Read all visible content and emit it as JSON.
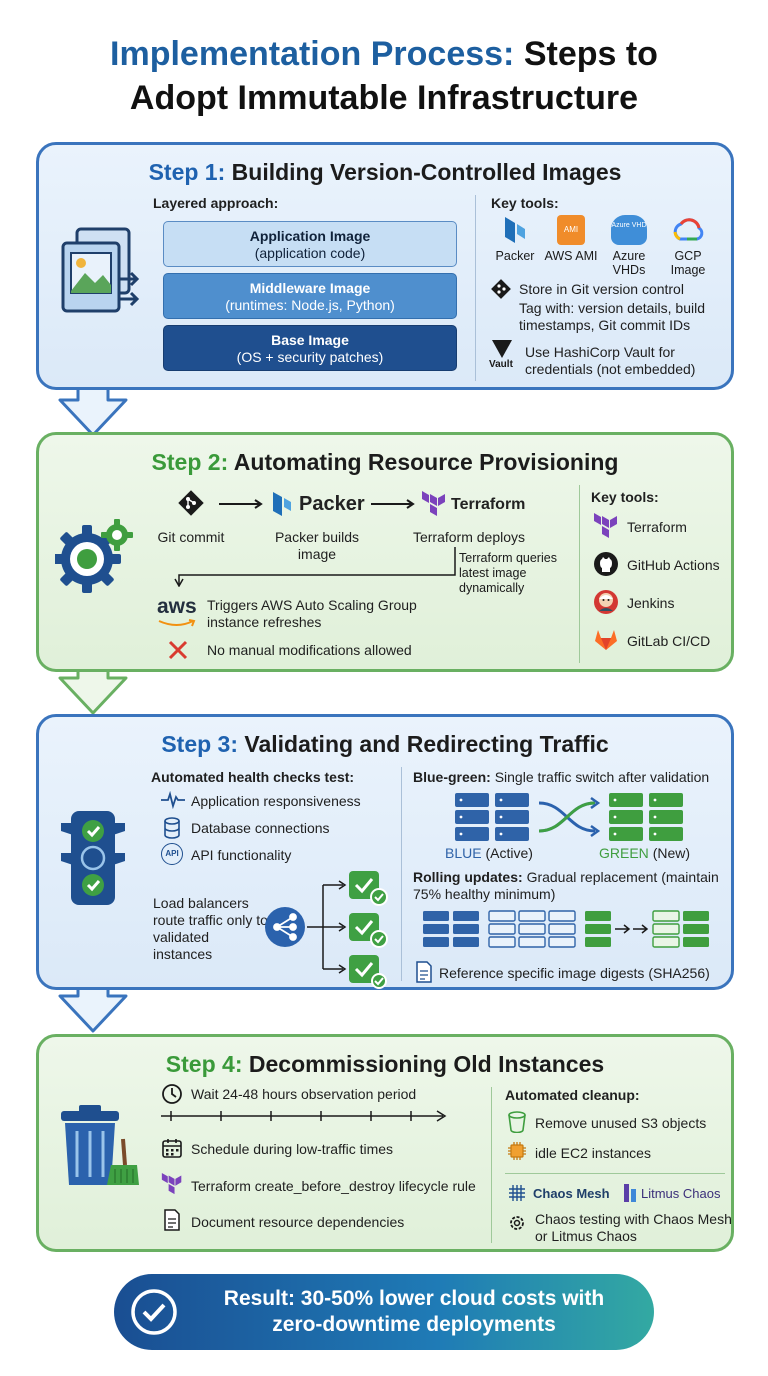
{
  "title": {
    "part1": "Implementation Process:",
    "part2": "Steps to",
    "line2": "Adopt Immutable Infrastructure"
  },
  "step1": {
    "num": "Step 1:",
    "name": "Building Version-Controlled Images",
    "layered_label": "Layered approach:",
    "layers": [
      {
        "name": "Application Image",
        "desc": "(application code)"
      },
      {
        "name": "Middleware Image",
        "desc": "(runtimes: Node.js, Python)"
      },
      {
        "name": "Base Image",
        "desc": "(OS + security patches)"
      }
    ],
    "tools_label": "Key tools:",
    "tools": [
      {
        "label": "Packer",
        "icon": "packer-icon"
      },
      {
        "label": "AWS AMI",
        "icon": "aws-ami-icon",
        "badge": "AMI"
      },
      {
        "label": "Azure VHDs",
        "icon": "azure-vhd-icon",
        "badge": "Azure VHD"
      },
      {
        "label": "GCP Image",
        "icon": "gcp-icon"
      }
    ],
    "git_line1": "Store in Git version control",
    "git_line2": "Tag with: version details, build timestamps, Git commit IDs",
    "vault_line": "Use HashiCorp Vault for credentials (not embedded)",
    "vault_logo": "Vault"
  },
  "step2": {
    "num": "Step 2:",
    "name": "Automating Resource Provisioning",
    "flow": [
      {
        "label": "Git commit",
        "icon": "git-icon"
      },
      {
        "label": "Packer builds image",
        "icon": "packer-icon",
        "logo": "Packer"
      },
      {
        "label": "Terraform deploys",
        "icon": "terraform-icon",
        "logo": "Terraform"
      }
    ],
    "query_note": "Terraform queries latest image dynamically",
    "aws_logo": "aws",
    "aws_line": "Triggers AWS Auto Scaling Group instance refreshes",
    "no_manual": "No manual modifications allowed",
    "tools_label": "Key tools:",
    "tools": [
      {
        "label": "Terraform",
        "icon": "terraform-icon"
      },
      {
        "label": "GitHub Actions",
        "icon": "github-icon"
      },
      {
        "label": "Jenkins",
        "icon": "jenkins-icon"
      },
      {
        "label": "GitLab CI/CD",
        "icon": "gitlab-icon"
      }
    ]
  },
  "step3": {
    "num": "Step 3:",
    "name": "Validating and Redirecting Traffic",
    "checks_label": "Automated health checks test:",
    "checks": [
      {
        "label": "Application responsiveness",
        "icon": "pulse-icon"
      },
      {
        "label": "Database connections",
        "icon": "database-icon"
      },
      {
        "label": "API functionality",
        "icon": "api-icon",
        "badge": "API"
      }
    ],
    "lb_text": "Load balancers route traffic only to validated instances",
    "bg_label": "Blue-green:",
    "bg_text": "Single traffic switch after validation",
    "blue_word": "BLUE",
    "blue_state": "(Active)",
    "green_word": "GREEN",
    "green_state": "(New)",
    "rolling_label": "Rolling updates:",
    "rolling_text": "Gradual replacement (maintain 75% healthy minimum)",
    "digest_text": "Reference specific image digests (SHA256)",
    "colors": {
      "blue": "#2f63a8",
      "green": "#3f9e3f"
    }
  },
  "step4": {
    "num": "Step 4:",
    "name": "Decommissioning Old Instances",
    "items": [
      {
        "label": "Wait 24-48 hours observation period",
        "icon": "clock-icon"
      },
      {
        "label": "Schedule during low-traffic times",
        "icon": "calendar-icon"
      },
      {
        "label": "Terraform create_before_destroy lifecycle rule",
        "icon": "terraform-icon"
      },
      {
        "label": "Document resource dependencies",
        "icon": "document-icon"
      }
    ],
    "cleanup_label": "Automated cleanup:",
    "cleanup": [
      {
        "label": "Remove unused S3 objects",
        "icon": "s3-bucket-icon"
      },
      {
        "label": "idle EC2 instances",
        "icon": "chip-icon"
      }
    ],
    "chaos_mesh": "Chaos Mesh",
    "litmus": "Litmus Chaos",
    "chaos_text": "Chaos testing with Chaos Mesh or Litmus Chaos"
  },
  "result": {
    "line1": "Result: 30-50% lower cloud costs with",
    "line2": "zero-downtime deployments"
  }
}
